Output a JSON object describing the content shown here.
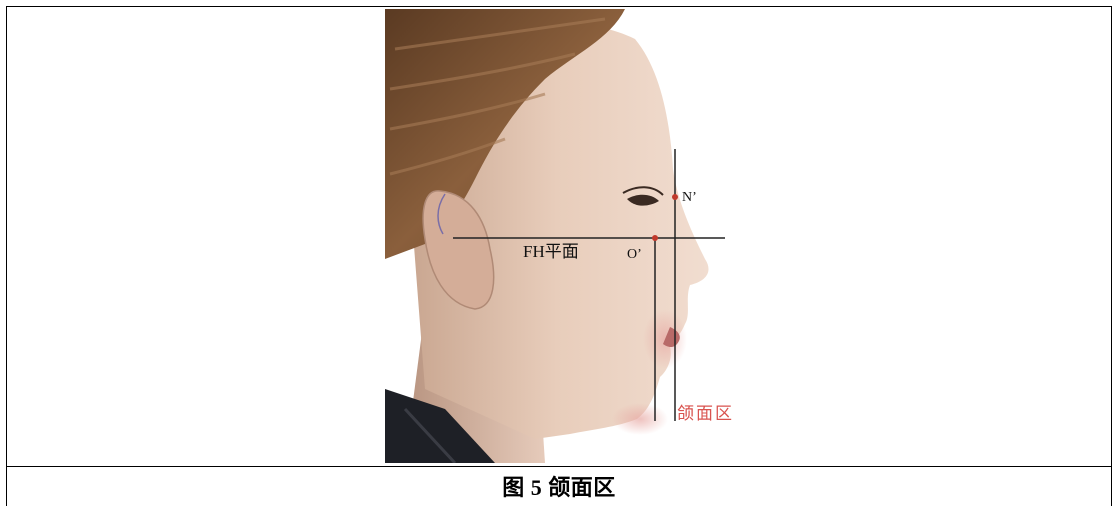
{
  "figure": {
    "caption": "图 5 颌面区",
    "labels": {
      "n_prime": "N’",
      "o_prime": "O’",
      "fh_plane": "FH平面",
      "jaw_region": "颌面区"
    },
    "colors": {
      "landmark_dot": "#c0392b",
      "region_label": "#d9534f",
      "guide_line": "#222222",
      "border": "#000000"
    }
  }
}
